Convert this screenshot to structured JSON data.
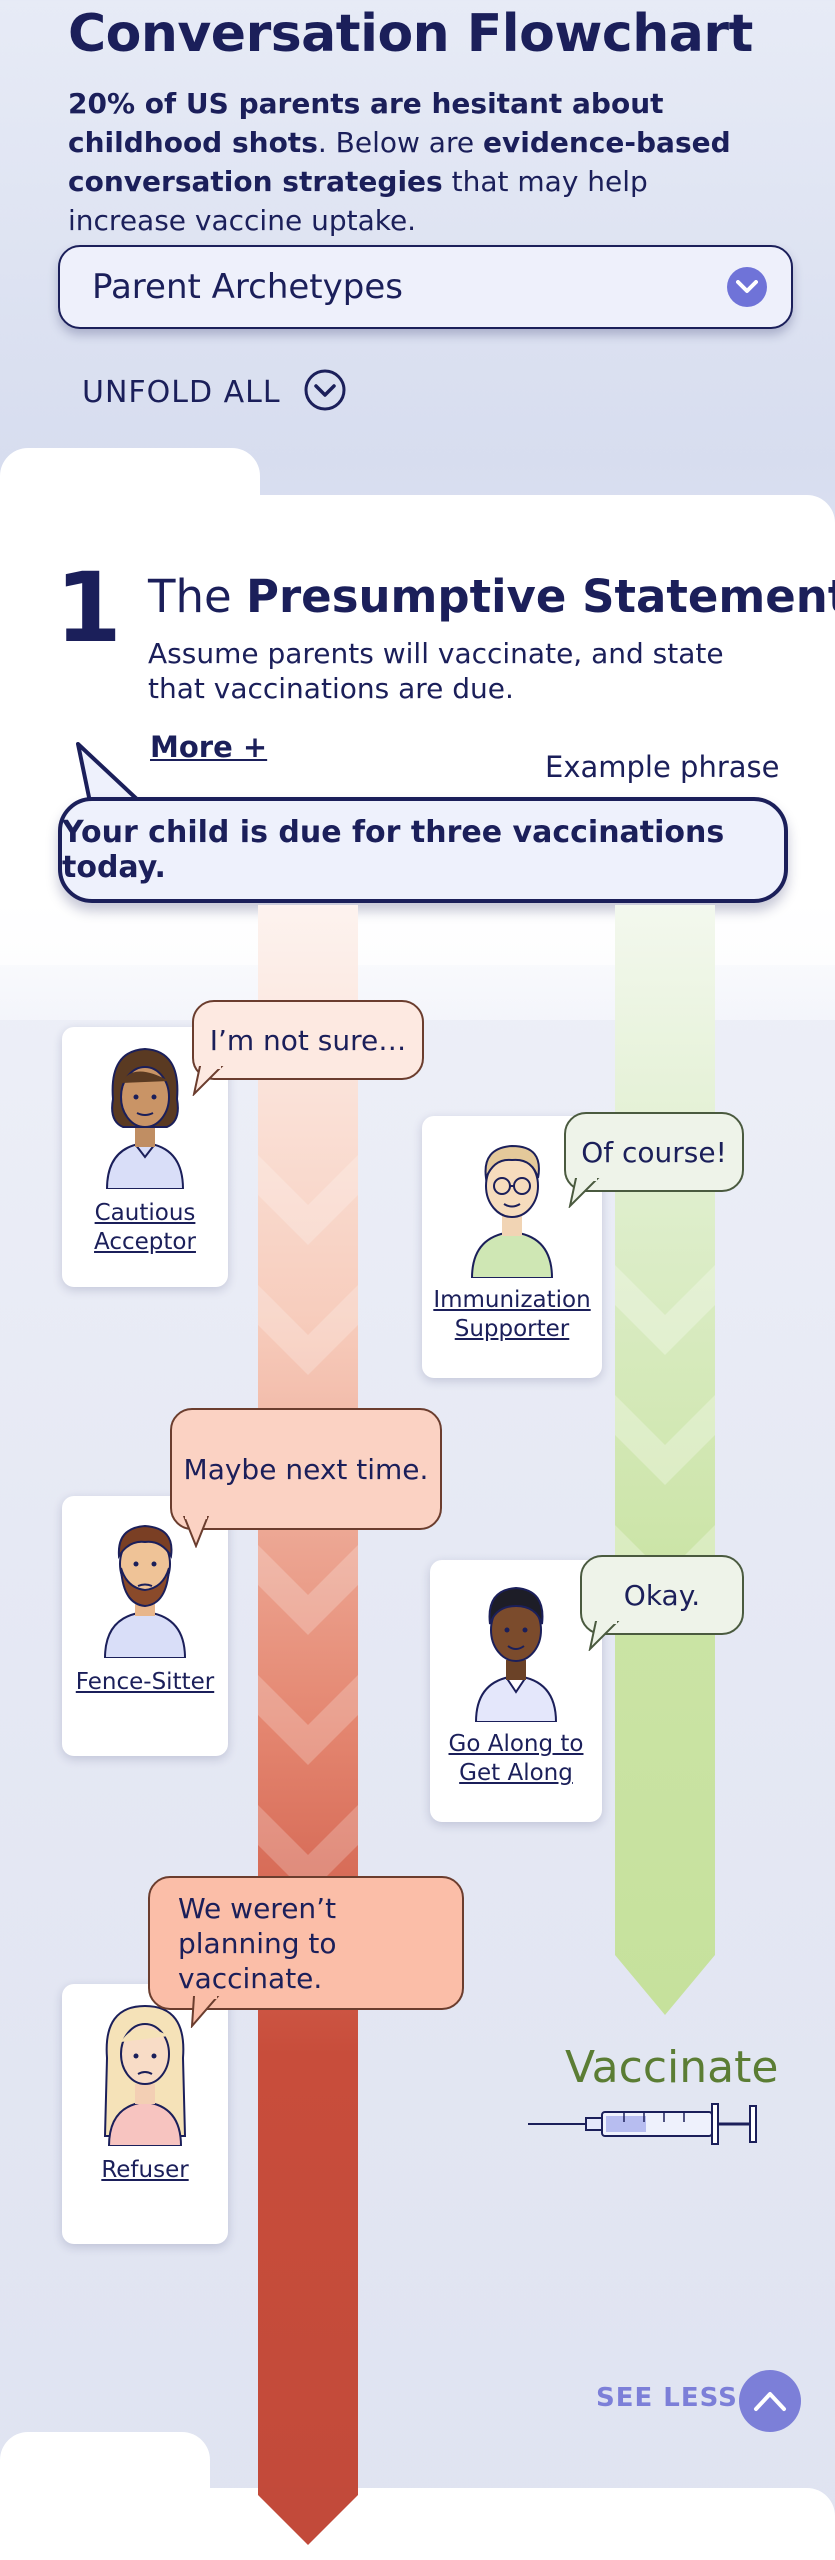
{
  "header": {
    "title": "Conversation Flowchart",
    "intro": {
      "part1_bold": "20% of US parents are hesitant about childhood shots",
      "part2": ". Below are ",
      "part3_bold": "evidence-based conversation strategies",
      "part4": " that may help increase vaccine uptake."
    }
  },
  "dropdown": {
    "label": "Parent Archetypes",
    "icon": "chevron-down-icon"
  },
  "unfold": {
    "label": "UNFOLD ALL",
    "icon": "circle-chevron-down-icon"
  },
  "step": {
    "number": "1",
    "title_plain": "The ",
    "title_bold": "Presumptive Statement",
    "description": "Assume parents will vaccinate, and state that vaccinations are due.",
    "more_link": "More +",
    "example_label": "Example phrase",
    "example_phrase": "Your child is due for three vaccinations today."
  },
  "archetypes": [
    {
      "name": "Cautious Acceptor",
      "quote": "I’m not sure…",
      "path": "red"
    },
    {
      "name": "Immunization Supporter",
      "quote": "Of course!",
      "path": "green"
    },
    {
      "name": "Fence-Sitter",
      "quote": "Maybe next time.",
      "path": "red"
    },
    {
      "name": "Go Along to Get Along",
      "quote": "Okay.",
      "path": "green"
    },
    {
      "name": "Refuser",
      "quote": "We weren’t planning to vaccinate.",
      "path": "red"
    }
  ],
  "outcome": {
    "label": "Vaccinate",
    "icon": "syringe-icon"
  },
  "footer": {
    "see_less": "SEE LESS",
    "icon": "chevron-up-icon"
  },
  "colors": {
    "navy": "#1b1f5a",
    "accent_purple": "#6f73d8",
    "red_path": "#c24a3a",
    "green_path": "#c9e4a2",
    "vaccinate_green": "#5b7d34"
  }
}
